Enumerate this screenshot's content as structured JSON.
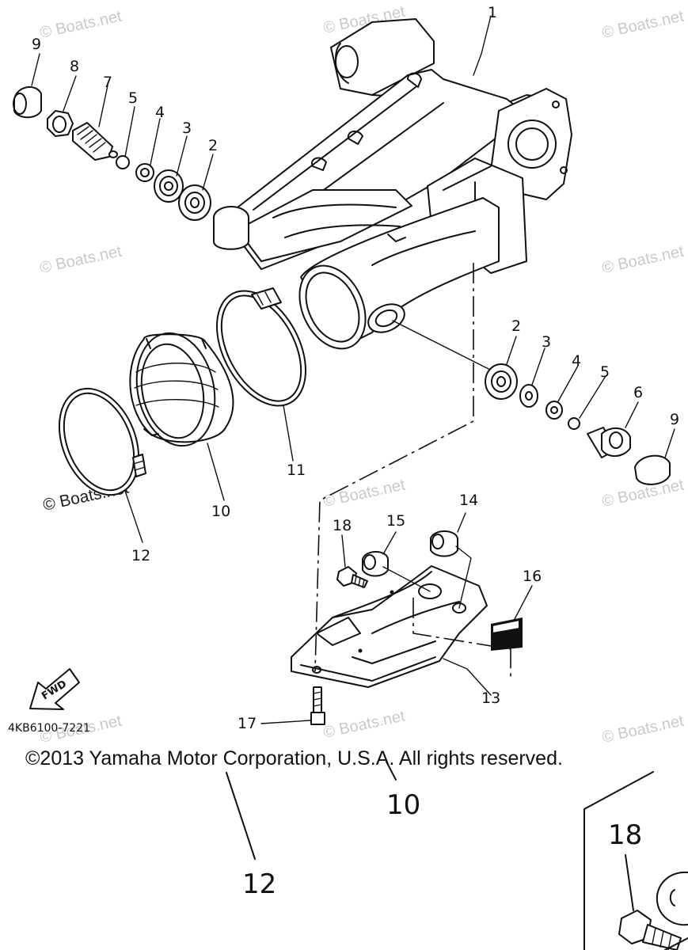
{
  "diagram": {
    "parts": {
      "p1": "1",
      "p2": "2",
      "p3": "3",
      "p4": "4",
      "p5": "5",
      "p6": "6",
      "p7": "7",
      "p8": "8",
      "p9": "9",
      "p10": "10",
      "p11": "11",
      "p12": "12",
      "p13": "13",
      "p14": "14",
      "p15": "15",
      "p16": "16",
      "p17": "17",
      "p18": "18"
    },
    "fwd_label": "FWD",
    "diagram_code": "4KB6100-7221",
    "copyright": "©2013 Yamaha Motor Corporation, U.S.A. All rights reserved.",
    "watermark": "© Boats.net"
  }
}
